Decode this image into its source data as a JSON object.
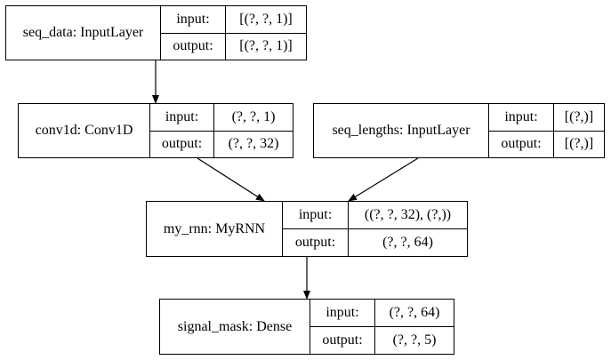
{
  "nodes": {
    "seq_data": {
      "name": "seq_data: InputLayer",
      "input_label": "input:",
      "output_label": "output:",
      "input_value": "[(?, ?, 1)]",
      "output_value": "[(?, ?, 1)]"
    },
    "conv1d": {
      "name": "conv1d: Conv1D",
      "input_label": "input:",
      "output_label": "output:",
      "input_value": "(?, ?, 1)",
      "output_value": "(?, ?, 32)"
    },
    "seq_lengths": {
      "name": "seq_lengths: InputLayer",
      "input_label": "input:",
      "output_label": "output:",
      "input_value": "[(?,)]",
      "output_value": "[(?,)]"
    },
    "my_rnn": {
      "name": "my_rnn: MyRNN",
      "input_label": "input:",
      "output_label": "output:",
      "input_value": "((?, ?, 32), (?,))",
      "output_value": "(?, ?, 64)"
    },
    "signal_mask": {
      "name": "signal_mask: Dense",
      "input_label": "input:",
      "output_label": "output:",
      "input_value": "(?, ?, 64)",
      "output_value": "(?, ?, 5)"
    }
  },
  "edges": [
    {
      "from": "seq_data",
      "to": "conv1d"
    },
    {
      "from": "conv1d",
      "to": "my_rnn"
    },
    {
      "from": "seq_lengths",
      "to": "my_rnn"
    },
    {
      "from": "my_rnn",
      "to": "signal_mask"
    }
  ]
}
